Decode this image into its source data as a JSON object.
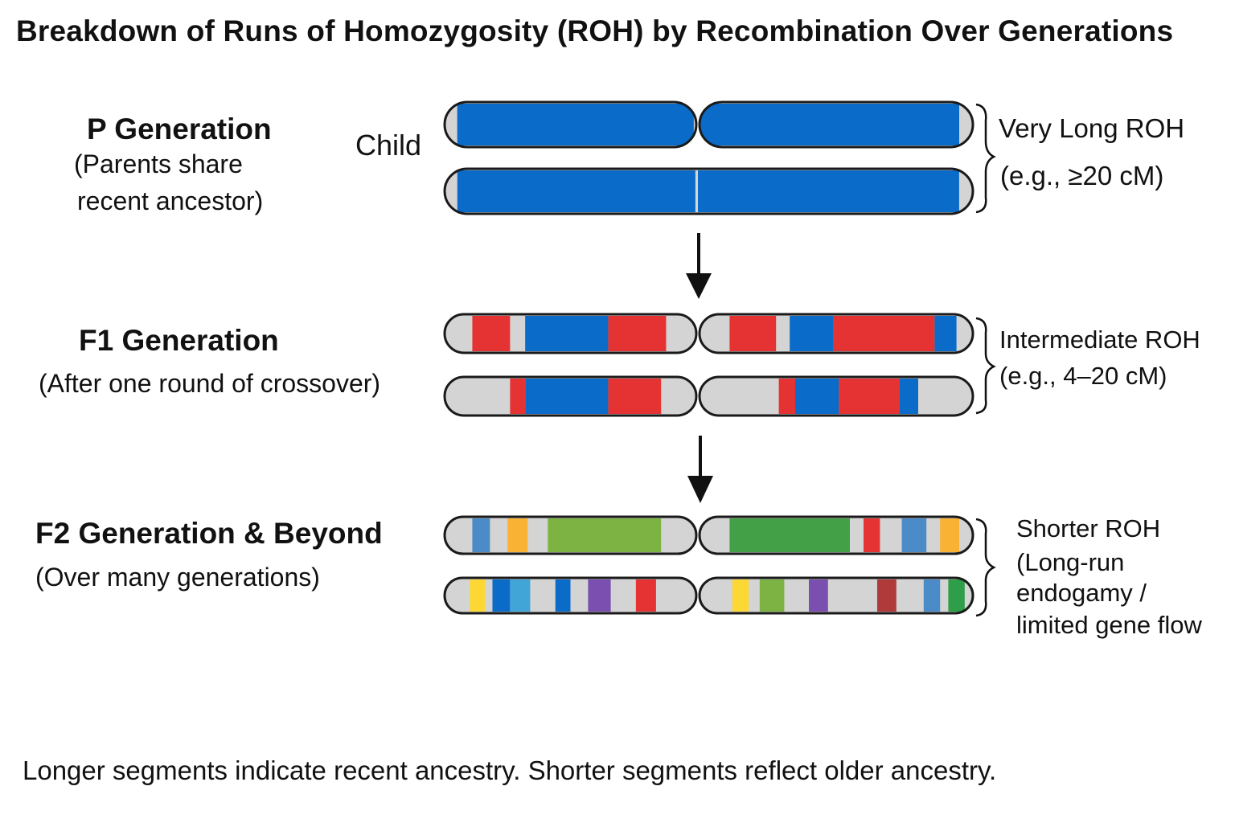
{
  "title": "Breakdown of Runs of Homozygosity (ROH) by Recombination Over Generations",
  "footer": "Longer segments indicate recent ancestry. Shorter segments reflect older ancestry.",
  "colors": {
    "chromosome_base": "#d4d4d4",
    "outline": "#1a1a1a",
    "blue": "#0a6cc8",
    "red": "#e53333",
    "green": "#7cb342",
    "bright_green": "#43a047",
    "yellow": "#fdd835",
    "orange": "#f9b233",
    "light_blue": "#42a5d8",
    "steel_blue": "#4a8bc8",
    "purple": "#7b4fb0",
    "dark_red": "#b03a3a",
    "dark_green": "#2e9e48"
  },
  "generations": [
    {
      "id": "p",
      "title": "P Generation",
      "subtitle_lines": [
        "(Parents share",
        "recent ancestor)"
      ],
      "child_label": "Child",
      "roh_lines": [
        "Very Long ROH",
        "(e.g., ≥20 cM)"
      ],
      "chromosomes": [
        {
          "split": true,
          "left": [
            {
              "from": 0.05,
              "to": 0.99,
              "color": "blue"
            }
          ],
          "right": [
            {
              "from": 0.0,
              "to": 0.95,
              "color": "blue"
            }
          ]
        },
        {
          "split": false,
          "left": [
            {
              "from": 0.05,
              "to": 0.99,
              "color": "blue"
            }
          ],
          "right": [
            {
              "from": 0.0,
              "to": 0.95,
              "color": "blue"
            }
          ]
        }
      ]
    },
    {
      "id": "f1",
      "title": "F1 Generation",
      "subtitle_lines": [
        "(After one round of crossover)"
      ],
      "roh_lines": [
        "Intermediate ROH",
        "(e.g., 4–20 cM)"
      ],
      "chromosomes": [
        {
          "split": true,
          "left": [
            {
              "from": 0.11,
              "to": 0.26,
              "color": "red"
            },
            {
              "from": 0.32,
              "to": 0.65,
              "color": "blue"
            },
            {
              "from": 0.65,
              "to": 0.88,
              "color": "red"
            }
          ],
          "right": [
            {
              "from": 0.11,
              "to": 0.28,
              "color": "red"
            },
            {
              "from": 0.33,
              "to": 0.49,
              "color": "blue"
            },
            {
              "from": 0.49,
              "to": 0.86,
              "color": "red"
            },
            {
              "from": 0.86,
              "to": 0.94,
              "color": "blue"
            }
          ]
        },
        {
          "split": true,
          "left": [
            {
              "from": 0.26,
              "to": 0.32,
              "color": "red"
            },
            {
              "from": 0.32,
              "to": 0.65,
              "color": "blue"
            },
            {
              "from": 0.65,
              "to": 0.86,
              "color": "red"
            }
          ],
          "right": [
            {
              "from": 0.29,
              "to": 0.35,
              "color": "red"
            },
            {
              "from": 0.35,
              "to": 0.51,
              "color": "blue"
            },
            {
              "from": 0.51,
              "to": 0.73,
              "color": "red"
            },
            {
              "from": 0.73,
              "to": 0.8,
              "color": "blue"
            }
          ]
        }
      ]
    },
    {
      "id": "f2",
      "title": "F2 Generation & Beyond",
      "subtitle_lines": [
        "(Over many generations)"
      ],
      "roh_lines": [
        "Shorter ROH",
        "(Long-run",
        "endogamy /",
        "limited gene flow"
      ],
      "chromosomes": [
        {
          "split": true,
          "left": [
            {
              "from": 0.11,
              "to": 0.18,
              "color": "steel_blue"
            },
            {
              "from": 0.25,
              "to": 0.33,
              "color": "orange"
            },
            {
              "from": 0.41,
              "to": 0.86,
              "color": "green"
            }
          ],
          "right": [
            {
              "from": 0.11,
              "to": 0.55,
              "color": "bright_green"
            },
            {
              "from": 0.6,
              "to": 0.66,
              "color": "red"
            },
            {
              "from": 0.74,
              "to": 0.83,
              "color": "steel_blue"
            },
            {
              "from": 0.88,
              "to": 0.95,
              "color": "orange"
            }
          ]
        },
        {
          "split": true,
          "left": [
            {
              "from": 0.1,
              "to": 0.16,
              "color": "yellow"
            },
            {
              "from": 0.19,
              "to": 0.26,
              "color": "blue"
            },
            {
              "from": 0.26,
              "to": 0.34,
              "color": "light_blue"
            },
            {
              "from": 0.44,
              "to": 0.5,
              "color": "blue"
            },
            {
              "from": 0.57,
              "to": 0.66,
              "color": "purple"
            },
            {
              "from": 0.76,
              "to": 0.84,
              "color": "red"
            }
          ],
          "right": [
            {
              "from": 0.12,
              "to": 0.18,
              "color": "yellow"
            },
            {
              "from": 0.22,
              "to": 0.31,
              "color": "green"
            },
            {
              "from": 0.4,
              "to": 0.47,
              "color": "purple"
            },
            {
              "from": 0.65,
              "to": 0.72,
              "color": "dark_red"
            },
            {
              "from": 0.82,
              "to": 0.88,
              "color": "steel_blue"
            },
            {
              "from": 0.91,
              "to": 0.97,
              "color": "dark_green"
            }
          ]
        }
      ]
    }
  ]
}
